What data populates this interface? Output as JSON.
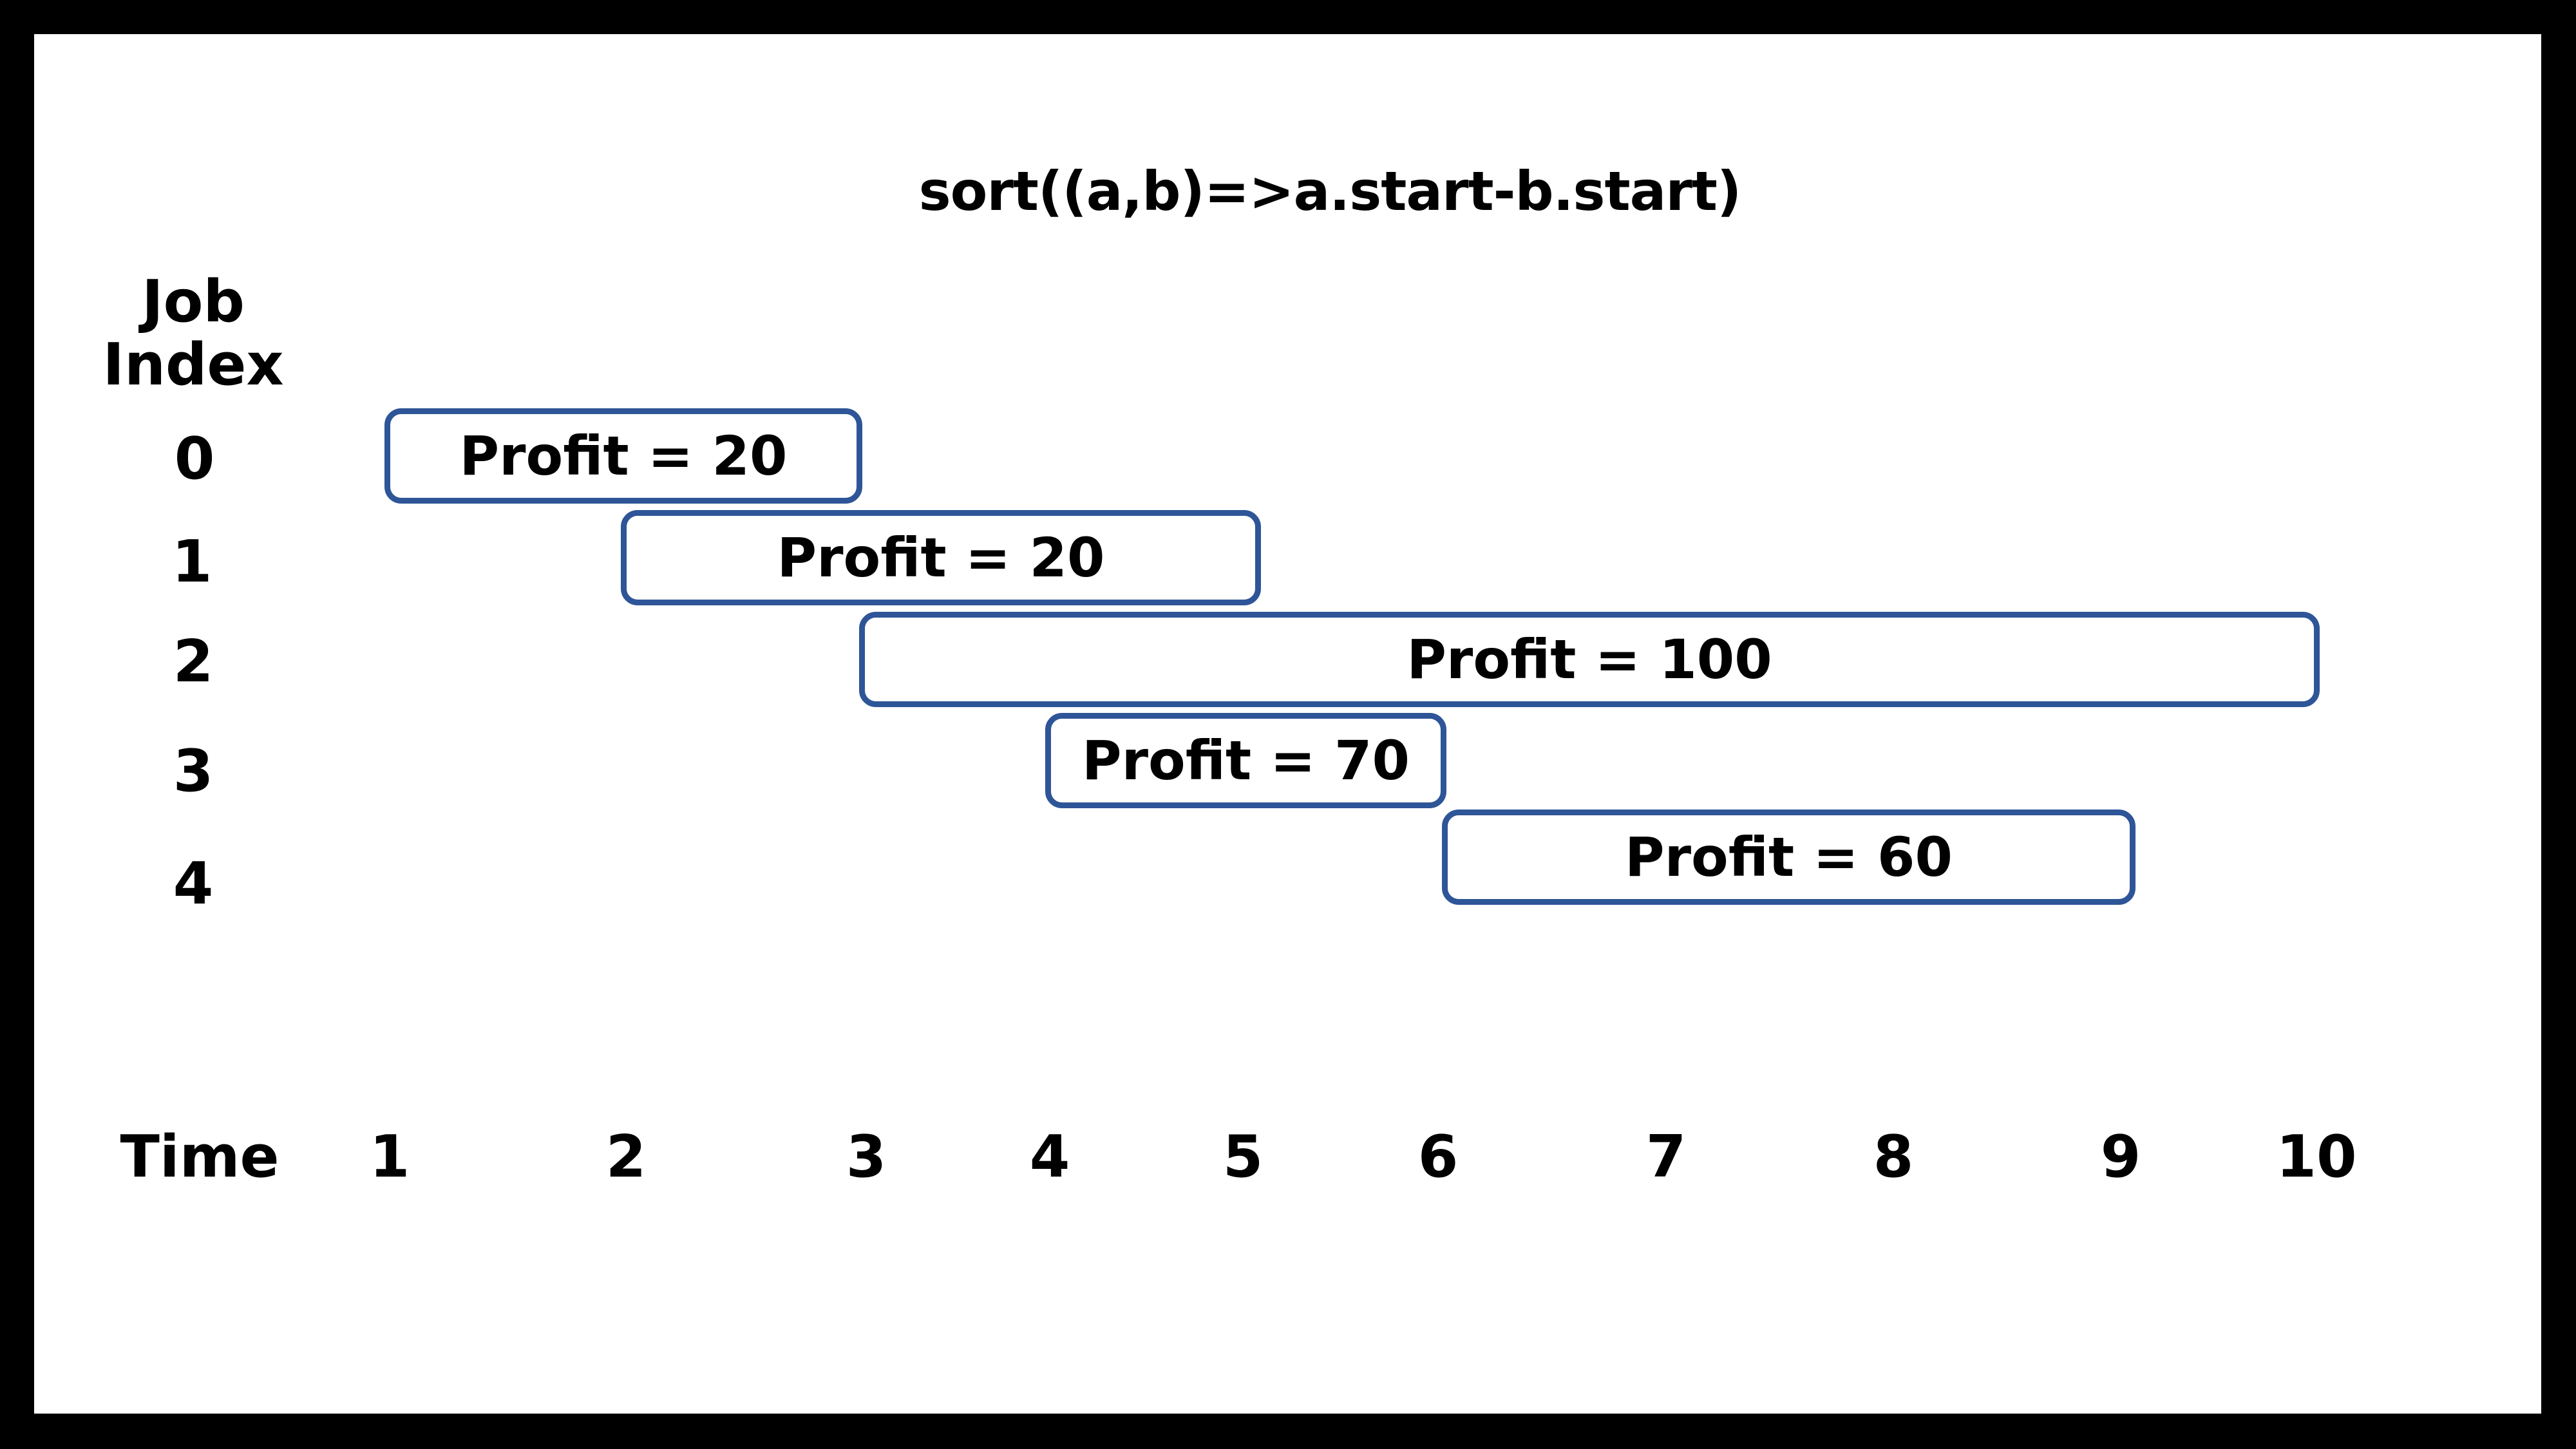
{
  "title": "sort((a,b)=>a.start-b.start)",
  "y_axis_label": [
    "Job",
    "Index"
  ],
  "x_axis_label": "Time",
  "time_ticks": [
    "1",
    "2",
    "3",
    "4",
    "5",
    "6",
    "7",
    "8",
    "9",
    "10"
  ],
  "colors": {
    "job_border": "#2e5597",
    "background": "#ffffff",
    "frame": "#000000"
  },
  "jobs": [
    {
      "index": "0",
      "start": 1,
      "end": 3,
      "label": "Profit = 20"
    },
    {
      "index": "1",
      "start": 2,
      "end": 5,
      "label": "Profit = 20"
    },
    {
      "index": "2",
      "start": 3,
      "end": 10,
      "label": "Profit = 100"
    },
    {
      "index": "3",
      "start": 4,
      "end": 6,
      "label": "Profit = 70"
    },
    {
      "index": "4",
      "start": 6,
      "end": 9,
      "label": "Profit = 60"
    }
  ]
}
